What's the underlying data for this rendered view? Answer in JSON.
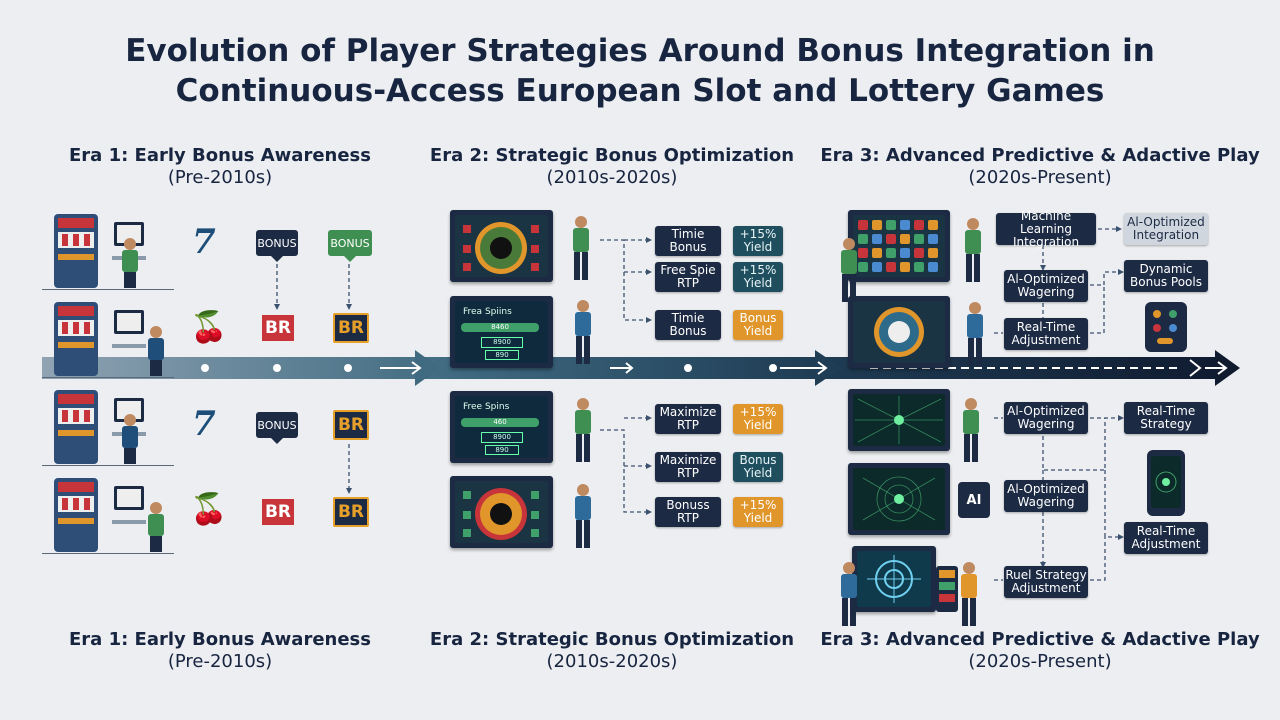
{
  "title_line1": "Evolution of Player Strategies Around Bonus Integration in",
  "title_line2": "Continuous-Access European Slot and Lottery Games",
  "eras": [
    {
      "name": "Era 1: Early Bonus Awareness",
      "period": "(Pre-2010s)"
    },
    {
      "name": "Era 2: Strategic Bonus Optimization",
      "period": "(2010s-2020s)"
    },
    {
      "name": "Era 3: Advanced Predictive & Adactive Play",
      "period": "(2020s-Present)"
    }
  ],
  "era1": {
    "bonus_label": "BONUS",
    "br_label": "BR",
    "seven": "7",
    "cherry": "🍒"
  },
  "era2": {
    "screen_top": "Timie\nBonus",
    "screens": {
      "free_spins_a": "Free Spins",
      "free_spins_b": "Frea Spiins",
      "bar_a": "8460",
      "bar_b": "460",
      "bar_c": "8900",
      "bar_d": "890"
    },
    "strategy_boxes": [
      {
        "label": "Timie\nBonus",
        "value": "+15%\nYield"
      },
      {
        "label": "Free Spie\nRTP",
        "value": "+15%\nYield"
      },
      {
        "label": "Timie\nBonus",
        "value": "Bonus\nYield"
      },
      {
        "label": "Maximize\nRTP",
        "value": "+15%\nYield"
      },
      {
        "label": "Maximize\nRTP",
        "value": "Bonus\nYield"
      },
      {
        "label": "Bonuss\nRTP",
        "value": "+15%\nYield"
      }
    ]
  },
  "era3": {
    "boxes": {
      "ml": "Machine Learning\nIntegration",
      "ai_int": "Al-Optimized\nIntegration",
      "ai_wag1": "Al-Optimized\nWagering",
      "dyn": "Dynamic\nBonus Pools",
      "rt_adj1": "Real-Time\nAdjustment",
      "ai_wag2": "Al-Optimized\nWagering",
      "rt_strat": "Real-Time\nStrategy",
      "ai_wag3": "Al-Optimized\nWagering",
      "rt_adj2": "Real-Time\nAdjustment",
      "ruel": "Ruel Strategy\nAdjustment"
    },
    "ai_badge": "AI"
  },
  "colors": {
    "navy": "#1c2a44",
    "teal": "#1f4e5f",
    "gold": "#e0962b",
    "green": "#3f8f52",
    "red": "#c7353a"
  }
}
